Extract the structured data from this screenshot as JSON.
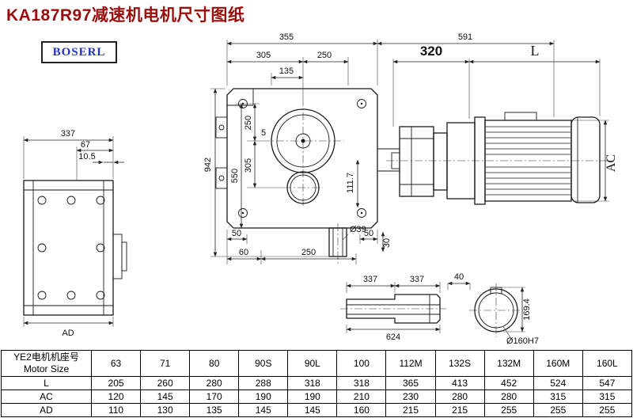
{
  "header": {
    "title": "KA187R97减速机电机尺寸图纸",
    "logo": "BOSERL"
  },
  "colors": {
    "title_red": "#9a0d0d",
    "logo_blue": "#2233bb",
    "line_black": "#1a1a1a"
  },
  "dims": {
    "side": {
      "w337": "337",
      "d67": "67",
      "d105": "10.5",
      "ad": "AD"
    },
    "front": {
      "t355": "355",
      "t591": "591",
      "t305": "305",
      "t250": "250",
      "t135": "135",
      "l250": "250",
      "l5": "5",
      "l305": "305",
      "l550": "550",
      "l942": "942",
      "r1117": "111.7",
      "b50": "50",
      "b60": "60",
      "b250": "250",
      "dia39": "Ø39",
      "b30": "30",
      "b50r": "50"
    },
    "motor": {
      "d320": "320",
      "len": "L",
      "ac": "AC"
    },
    "shaft": {
      "d337a": "337",
      "d337b": "337",
      "d624": "624",
      "d40": "40",
      "d1694": "169.4",
      "bore": "Ø160H7"
    }
  },
  "table": {
    "col0": {
      "line1": "YE2电机机座号",
      "line2": "Motor Size"
    },
    "sizes": [
      "63",
      "71",
      "80",
      "90S",
      "90L",
      "100",
      "112M",
      "132S",
      "132M",
      "160M",
      "160L"
    ],
    "rows": [
      {
        "label": "L",
        "values": [
          "205",
          "260",
          "280",
          "288",
          "318",
          "318",
          "365",
          "413",
          "452",
          "524",
          "547"
        ]
      },
      {
        "label": "AC",
        "values": [
          "120",
          "145",
          "170",
          "190",
          "190",
          "210",
          "230",
          "280",
          "280",
          "315",
          "315"
        ]
      },
      {
        "label": "AD",
        "values": [
          "110",
          "130",
          "135",
          "145",
          "145",
          "160",
          "215",
          "215",
          "255",
          "255",
          "255"
        ]
      }
    ]
  }
}
